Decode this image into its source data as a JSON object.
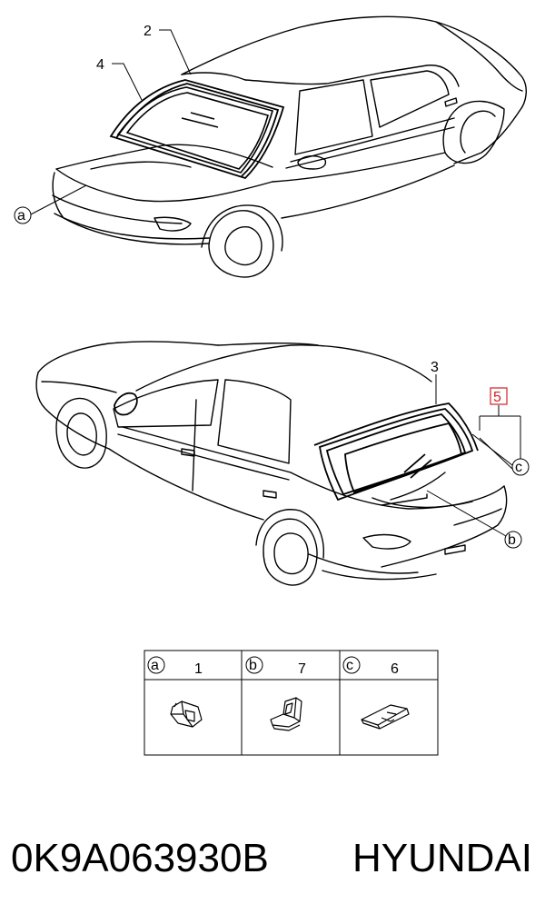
{
  "callouts": {
    "front": {
      "windshield_molding": "2",
      "windshield_glass": "4",
      "clip_a": "a"
    },
    "rear": {
      "rear_glass": "3",
      "selected_part": "5",
      "clip_b": "b",
      "clip_c": "c"
    }
  },
  "parts_table": {
    "columns": [
      {
        "letter": "a",
        "qty": "1",
        "icon": "clip-a-icon"
      },
      {
        "letter": "b",
        "qty": "7",
        "icon": "clip-b-icon"
      },
      {
        "letter": "c",
        "qty": "6",
        "icon": "clip-c-icon"
      }
    ]
  },
  "footer": {
    "part_number": "0K9A063930B",
    "brand": "HYUNDAI"
  },
  "colors": {
    "line": "#000000",
    "selected": "#d22020",
    "background": "#ffffff"
  }
}
